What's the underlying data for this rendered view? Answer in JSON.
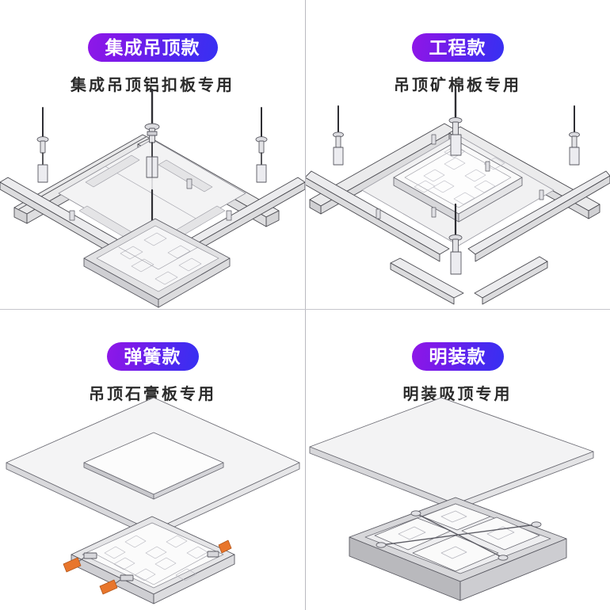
{
  "page": {
    "background_color": "#ffffff",
    "divider_color": "#bfbfc6",
    "badge_gradient_start": "#8f17e8",
    "badge_gradient_end": "#3730f2",
    "badge_text_color": "#ffffff",
    "subtitle_color": "#2b2b2b",
    "accent_clip_color": "#e8762c",
    "line_color": "#3c3c42",
    "metal_fill": "#ececed",
    "panel_fill": "#f4f4f5"
  },
  "panels": [
    {
      "id": "integrated-ceiling",
      "badge": "集成吊顶款",
      "subtitle": "集成吊顶铝扣板专用",
      "figure_name": "integrated-ceiling-grid-diagram",
      "figure_description": "铝扣板集成吊顶龙骨架与吊杆，面板灯位于下方"
    },
    {
      "id": "engineering",
      "badge": "工程款",
      "subtitle": "吊顶矿棉板专用",
      "figure_name": "mineral-wool-grid-diagram",
      "figure_description": "矿棉板吊顶T型龙骨与吊杆，面板灯置于格栅上"
    },
    {
      "id": "spring",
      "badge": "弹簧款",
      "subtitle": "吊顶石膏板专用",
      "figure_name": "gypsum-board-spring-clip-diagram",
      "figure_description": "石膏板开孔与带橙色弹簧卡扣的面板灯"
    },
    {
      "id": "surface-mount",
      "badge": "明装款",
      "subtitle": "明装吸顶专用",
      "figure_name": "surface-mount-box-diagram",
      "figure_description": "明装吸顶底盒与四颗灯珠模组，上方为扩散板"
    }
  ]
}
